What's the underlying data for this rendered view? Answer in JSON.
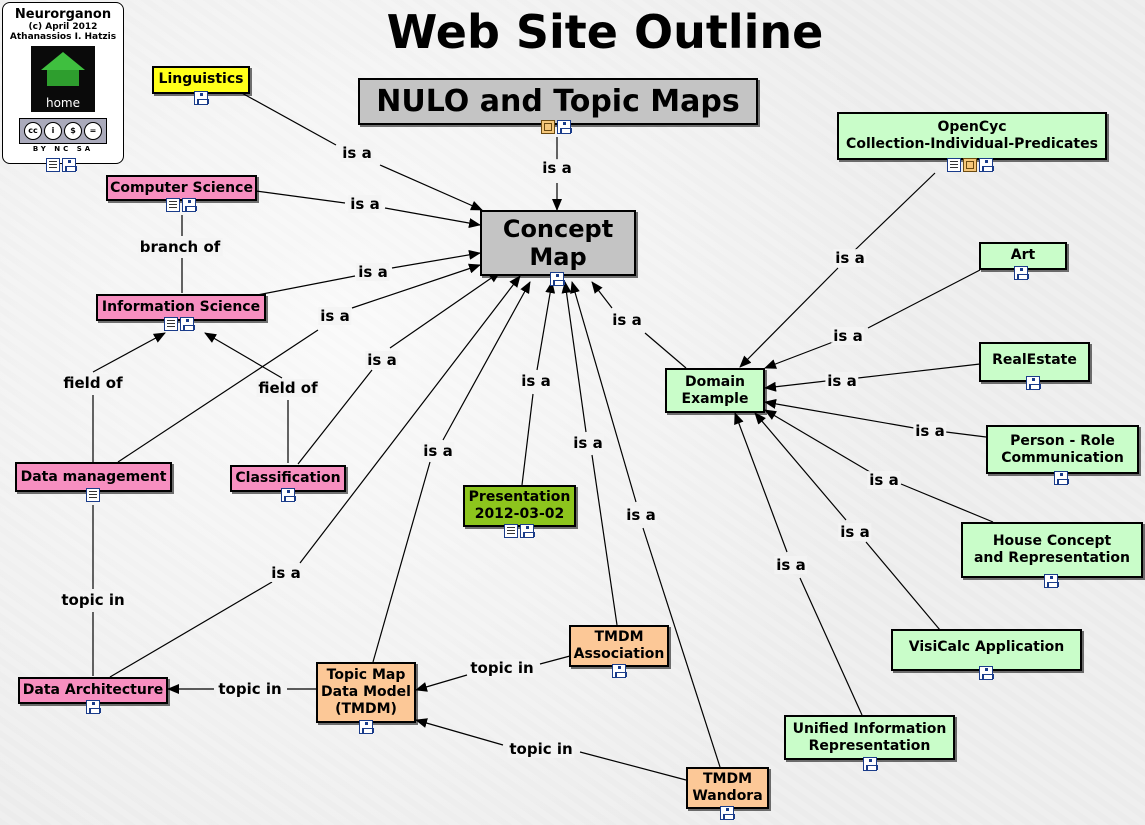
{
  "title": "Web Site Outline",
  "logo": {
    "name": "Neurorganon",
    "copyright": "(c) April 2012",
    "author": "Athanassios I. Hatzis",
    "home_label": "home",
    "license_badges": [
      "cc",
      "i",
      "$",
      "="
    ],
    "license_text": "BY NC SA"
  },
  "nodes": {
    "nulo": "NULO and Topic Maps",
    "concept_map": "Concept\nMap",
    "linguistics": "Linguistics",
    "computer_science": "Computer Science",
    "information_science": "Information Science",
    "data_management": "Data management",
    "classification": "Classification",
    "data_architecture": "Data Architecture",
    "presentation": "Presentation\n2012-03-02",
    "tmdm": "Topic Map\nData Model\n(TMDM)",
    "tmdm_association": "TMDM\nAssociation",
    "tmdm_wandora": "TMDM\nWandora",
    "domain_example": "Domain\nExample",
    "opencyc": "OpenCyc\nCollection-Individual-Predicates",
    "art": "Art",
    "realestate": "RealEstate",
    "person_role": "Person - Role\nCommunication",
    "house_concept": "House Concept\nand Representation",
    "visicalc": "VisiCalc Application",
    "unified_info": "Unified Information\nRepresentation"
  },
  "link_labels": {
    "is_a": "is a",
    "branch_of": "branch of",
    "field_of": "field of",
    "topic_in": "topic in"
  },
  "colors": {
    "pink": "#f78fc0",
    "green": "#c9fdc9",
    "yellow": "#ffff1a",
    "orange": "#fcc897",
    "olive": "#8dc51d",
    "gray": "#c4c4c4"
  }
}
